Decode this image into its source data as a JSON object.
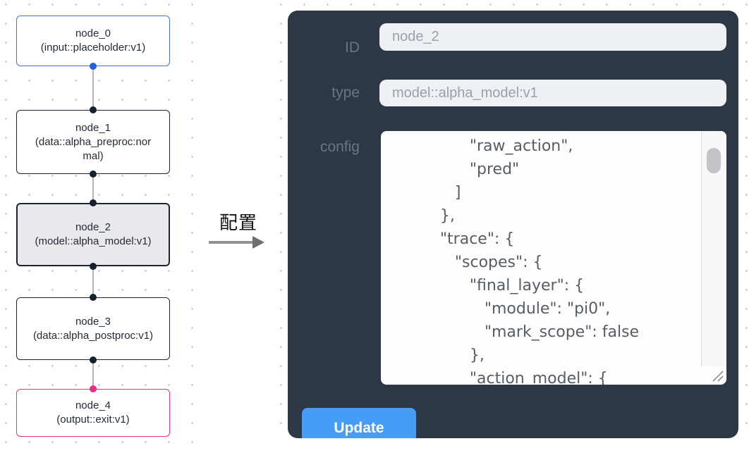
{
  "canvas": {
    "nodes": [
      {
        "title": "node_0",
        "subtitle": "(input::placeholder:v1)",
        "variant": "input"
      },
      {
        "title": "node_1",
        "subtitle": "(data::alpha_preproc:normal)",
        "variant": "default"
      },
      {
        "title": "node_2",
        "subtitle": "(model::alpha_model:v1)",
        "variant": "selected"
      },
      {
        "title": "node_3",
        "subtitle": "(data::alpha_postproc:v1)",
        "variant": "default"
      },
      {
        "title": "node_4",
        "subtitle": "(output::exit:v1)",
        "variant": "output"
      }
    ]
  },
  "transition": {
    "label": "配置"
  },
  "panel": {
    "id_label": "ID",
    "id_value": "node_2",
    "type_label": "type",
    "type_value": "model::alpha_model:v1",
    "config_label": "config",
    "config_lines": [
      "                \"raw_action\",",
      "                \"pred\"",
      "             ]",
      "          },",
      "          \"trace\": {",
      "             \"scopes\": {",
      "                \"final_layer\": {",
      "                   \"module\": \"pi0\",",
      "                   \"mark_scope\": false",
      "                },",
      "                \"action_model\": {"
    ],
    "update_label": "Update"
  },
  "colors": {
    "panel_background": "#2d3847",
    "input_background": "#eef0f4",
    "button_blue": "#459df8",
    "node_input_border": "#4a74c8",
    "node_output_border": "#ea3486",
    "node_default_border": "#1d2535",
    "selected_node_background": "#e9e9eb",
    "port_blue": "#2263d4",
    "port_pink": "#f02982",
    "edge_gray": "#b3b5b9"
  }
}
